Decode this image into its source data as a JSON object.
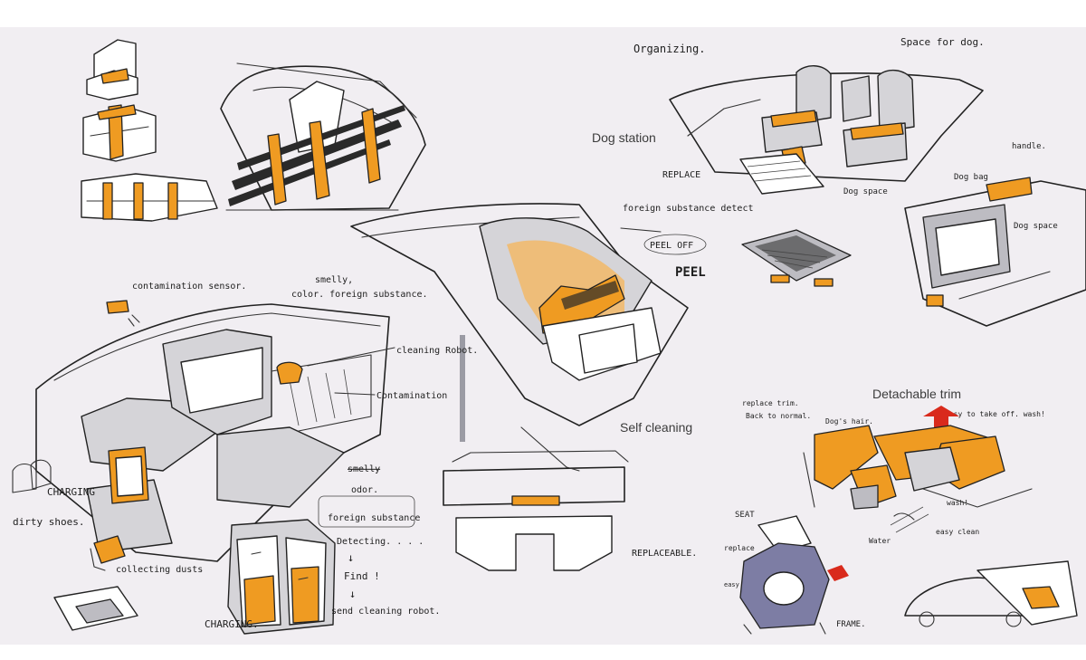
{
  "annotations": {
    "organizing": "Organizing.",
    "space_for_dog": "Space for dog.",
    "dog_station": "Dog station",
    "replace": "REPLACE",
    "dog_space": "Dog space",
    "dog_bag": "Dog bag",
    "handle": "handle.",
    "dog_space_2": "Dog space",
    "foreign_substance_detect": "foreign substance detect",
    "peel_off": "PEEL OFF",
    "peel": "PEEL",
    "contamination_sensor": "contamination sensor.",
    "smelly": "smelly,",
    "color_foreign": "color. foreign substance.",
    "cleaning_robot": "cleaning Robot.",
    "contamination": "Contamination",
    "self_cleaning": "Self cleaning",
    "detachable_trim": "Detachable trim",
    "replace_trim": "replace trim.",
    "back_to_normal": "Back to normal.",
    "dogs_hair": "Dog's hair.",
    "easy_to_take_off": "easy to take off. wash!",
    "wash": "wash!",
    "easy_clean": "easy clean",
    "water": "Water",
    "seat": "SEAT",
    "replace_2": "replace",
    "easy_to_attach": "easy to attach detach",
    "frame": "FRAME.",
    "charging_1": "CHARGING",
    "dirty_shoes": "dirty shoes.",
    "collecting_dusts": "collecting dusts",
    "charging_2": "CHARGING.",
    "strikeout": "smelly",
    "odor": "odor.",
    "foreign_substance": "foreign substance",
    "detecting": "Detecting. . . .",
    "arrow_down_1": "↓",
    "find": "Find !",
    "arrow_down_2": "↓",
    "send_robot": "send cleaning robot.",
    "replaceable": "REPLACEABLE."
  },
  "colors": {
    "paper": "#f1eef2",
    "accent_orange": "#ef9b22",
    "seat_grey": "#d5d4d8",
    "frame_purple": "#7d7da4",
    "red_mark": "#d92a1c"
  }
}
